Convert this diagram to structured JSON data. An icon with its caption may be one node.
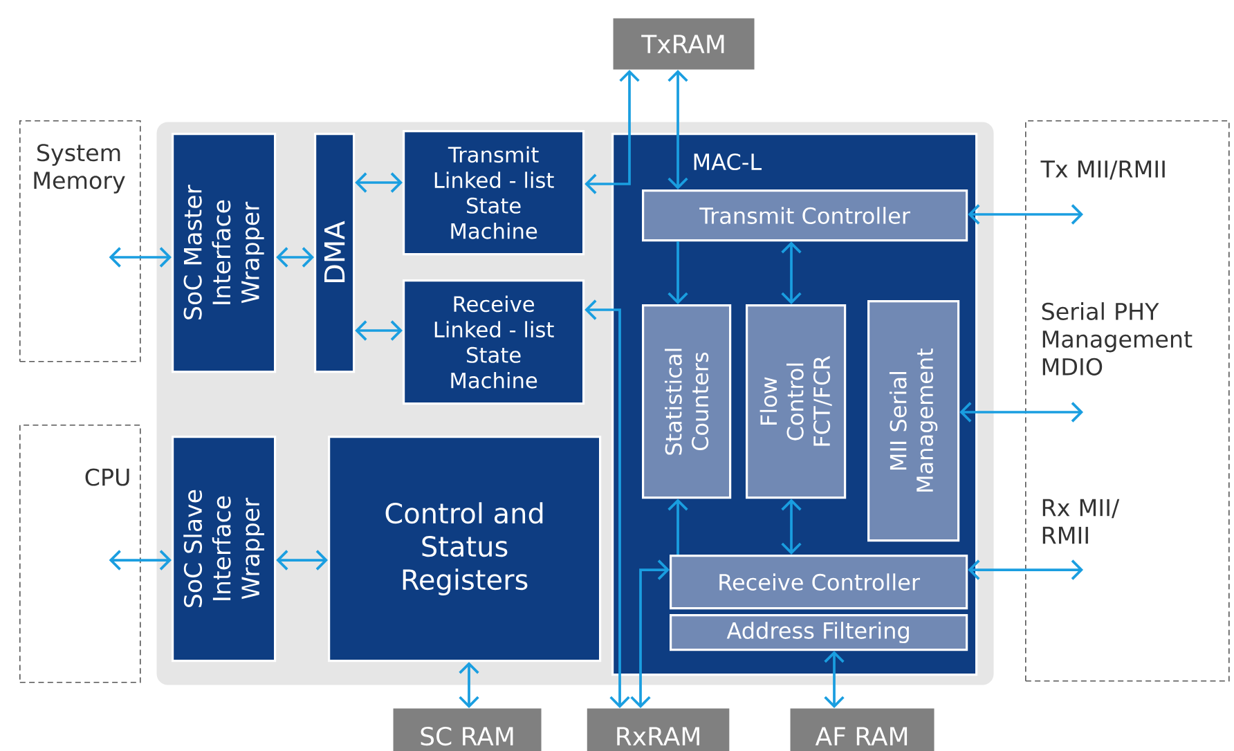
{
  "diagram": {
    "nodes": [
      {
        "text": [
          "System Memory"
        ]
      },
      {
        "text": [
          "CPU"
        ]
      },
      {
        "text": [],
        "shape": "box"
      },
      {
        "text": [
          "SoC Master Interface Wrapper"
        ],
        "in": 2
      },
      {
        "text": [
          "DMA"
        ],
        "in": 2
      },
      {
        "text": [
          "Transmit Linked - list State Machine"
        ],
        "in": 2
      },
      {
        "text": [
          "Receive Linked - list State Machine"
        ],
        "in": 2
      },
      {
        "text": [
          "SoC Slave Interface Wrapper"
        ],
        "in": 2
      },
      {
        "text": [
          "Control and Status Registers"
        ],
        "in": 2
      },
      {
        "text": [
          "MAC-L"
        ],
        "in": 2
      },
      {
        "text": [
          "Transmit Controller"
        ],
        "in": 9
      },
      {
        "text": [
          "Statistical Counters"
        ],
        "in": 9
      },
      {
        "text": [
          "Flow Control FCT/FCR"
        ],
        "in": 9
      },
      {
        "text": [
          "MII Serial Management"
        ],
        "in": 9
      },
      {
        "text": [
          "Receive Controller"
        ],
        "in": 9
      },
      {
        "text": [
          "Address Filtering"
        ],
        "in": 9
      },
      {
        "text": [
          "TxRAM"
        ]
      },
      {
        "text": [
          "SC RAM"
        ]
      },
      {
        "text": [
          "RxRAM"
        ]
      },
      {
        "text": [
          "AF RAM"
        ]
      },
      {
        "text": [
          "Tx MII/RMII",
          "Serial PHY Management MDIO",
          "Rx MII/ RMII"
        ]
      }
    ],
    "edges": [
      {
        "from": 0,
        "to": 3,
        "arrow": "both"
      },
      {
        "from": 3,
        "to": 4,
        "arrow": "both"
      },
      {
        "from": 4,
        "to": 5,
        "arrow": "both"
      },
      {
        "from": 4,
        "to": 6,
        "arrow": "both"
      },
      {
        "from": 1,
        "to": 7,
        "arrow": "both"
      },
      {
        "from": 7,
        "to": 8,
        "arrow": "both"
      },
      {
        "from": 8,
        "to": 17,
        "arrow": "both"
      },
      {
        "from": 16,
        "to": 5,
        "arrow": "both"
      },
      {
        "from": 16,
        "to": 10,
        "arrow": "both"
      },
      {
        "from": 10,
        "to": 11,
        "arrow": "to"
      },
      {
        "from": 10,
        "to": 12,
        "arrow": "both"
      },
      {
        "from": 10,
        "to": 20,
        "arrow": "both"
      },
      {
        "from": 13,
        "to": 20,
        "arrow": "both"
      },
      {
        "from": 14,
        "to": 20,
        "arrow": "both"
      },
      {
        "from": 14,
        "to": 11,
        "arrow": "to"
      },
      {
        "from": 12,
        "to": 14,
        "arrow": "both"
      },
      {
        "from": 6,
        "to": 18,
        "arrow": "both"
      },
      {
        "from": 18,
        "to": 14,
        "arrow": "both"
      },
      {
        "from": 15,
        "to": 19,
        "arrow": "both"
      }
    ]
  }
}
